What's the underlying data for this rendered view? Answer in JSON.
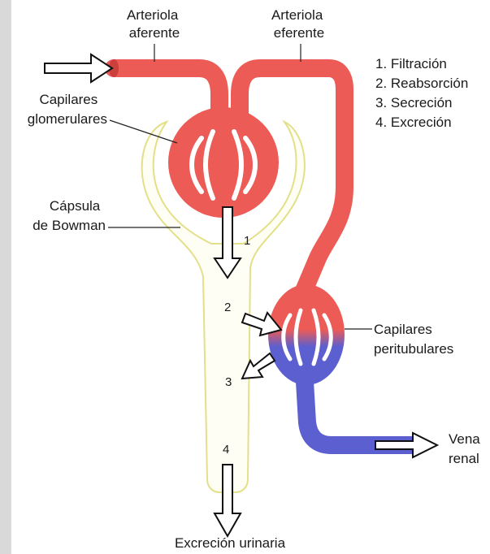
{
  "labels": {
    "afferent": [
      "Arteriola",
      "aferente"
    ],
    "efferent": [
      "Arteriola",
      "eferente"
    ],
    "glomerular": [
      "Capilares",
      "glomerulares"
    ],
    "bowman": [
      "Cápsula",
      "de Bowman"
    ],
    "peritubular": [
      "Capilares",
      "peritubulares"
    ],
    "vein": [
      "Vena",
      "renal"
    ],
    "excretion": "Excreción urinaria"
  },
  "legend": [
    "1. Filtración",
    "2. Reabsorción",
    "3. Secreción",
    "4. Excreción"
  ],
  "process_numbers": [
    "1",
    "2",
    "3",
    "4"
  ],
  "colors": {
    "artery": "#ec5b56",
    "vein": "#5b5fcf",
    "capsule_outline": "#e3df8a",
    "capsule_fill": "#fffef5"
  }
}
